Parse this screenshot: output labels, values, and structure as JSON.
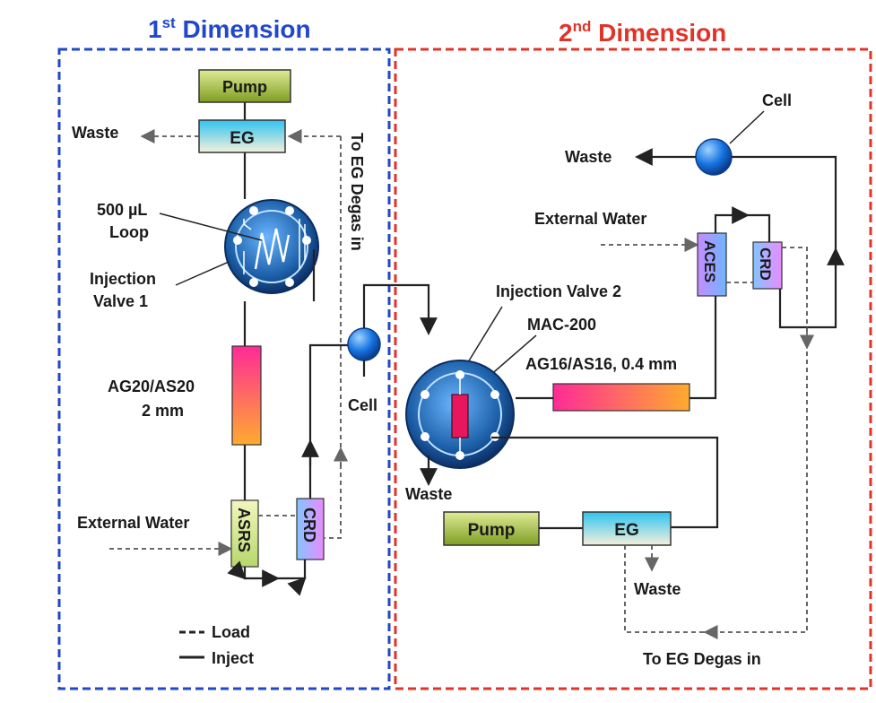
{
  "dim1": {
    "title_main": "1",
    "title_sup": "st",
    "title_rest": " Dimension",
    "color": "#2347c9"
  },
  "dim2": {
    "title_main": "2",
    "title_sup": "nd",
    "title_rest": " Dimension",
    "color": "#e0342a"
  },
  "d1": {
    "pump": "Pump",
    "eg": "EG",
    "waste": "Waste",
    "to_eg_degas": "To EG Degas in",
    "loop_line1": "500 µL",
    "loop_line2": "Loop",
    "valve_line1": "Injection",
    "valve_line2": "Valve 1",
    "column_line1": "AG20/AS20",
    "column_line2": "2 mm",
    "cell": "Cell",
    "external_water": "External Water",
    "asrs": "ASRS",
    "crd": "CRD"
  },
  "legend": {
    "load": "Load",
    "inject": "Inject"
  },
  "d2": {
    "cell": "Cell",
    "waste_top": "Waste",
    "external_water": "External Water",
    "aces": "ACES",
    "crd": "CRD",
    "injection_valve": "Injection Valve 2",
    "mac": "MAC-200",
    "column": "AG16/AS16, 0.4 mm",
    "waste_valve": "Waste",
    "pump": "Pump",
    "eg": "EG",
    "waste_eg": "Waste",
    "to_eg_degas": "To EG Degas in"
  },
  "colors": {
    "pump_fill": [
      "#d9e88a",
      "#8fae2a"
    ],
    "eg_fill": [
      "#39c6ee",
      "#f4efd8"
    ],
    "column_fill": [
      "#ff2f9a",
      "#ffa726"
    ],
    "suppressor_fill": [
      "#f3f7c0",
      "#c4e07a"
    ],
    "crd_fill": [
      "#7ab8ff",
      "#e08aff"
    ],
    "valve_fill": "#1c5fa8",
    "cell_fill": "#1572e0"
  }
}
